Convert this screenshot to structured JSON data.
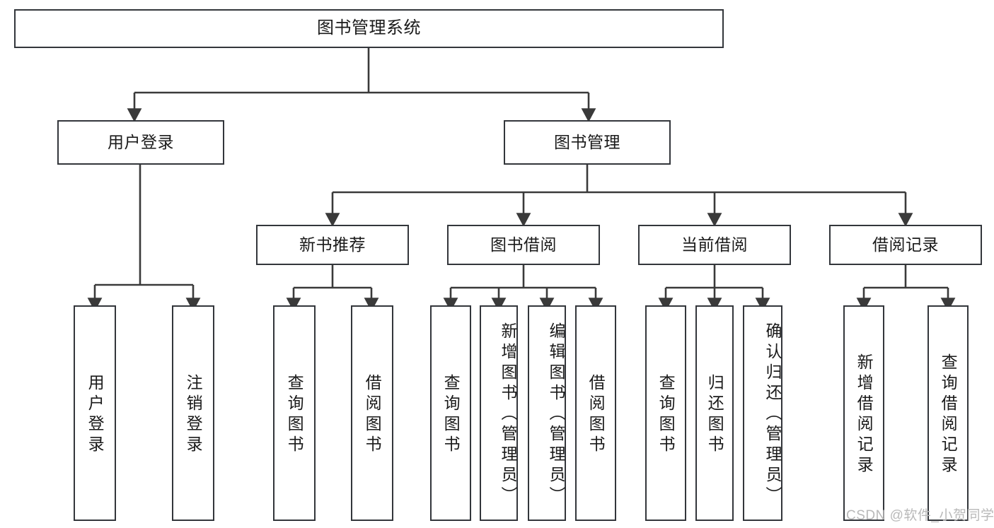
{
  "diagram": {
    "type": "tree-hierarchy",
    "title": "图书管理系统",
    "orientation": "top-down",
    "colors": {
      "box_border": "#33363b",
      "box_fill": "#ffffff",
      "connector": "#3a3a3a",
      "text": "#1a1a1a",
      "watermark": "#b9b9b9"
    },
    "levels": {
      "root": {
        "label": "图书管理系统"
      },
      "level2": [
        {
          "id": "user-login",
          "label": "用户登录"
        },
        {
          "id": "book-manage",
          "label": "图书管理"
        }
      ],
      "level3": [
        {
          "id": "new-book-recommend",
          "label": "新书推荐",
          "parent": "book-manage"
        },
        {
          "id": "book-borrow",
          "label": "图书借阅",
          "parent": "book-manage"
        },
        {
          "id": "current-borrow",
          "label": "当前借阅",
          "parent": "book-manage"
        },
        {
          "id": "borrow-record",
          "label": "借阅记录",
          "parent": "book-manage"
        }
      ],
      "leaves": [
        {
          "id": "leaf-user-login",
          "label": "用户登录",
          "parent": "user-login"
        },
        {
          "id": "leaf-logout-login",
          "label": "注销登录",
          "parent": "user-login"
        },
        {
          "id": "leaf-query-book-1",
          "label": "查询图书",
          "parent": "new-book-recommend"
        },
        {
          "id": "leaf-borrow-book-1",
          "label": "借阅图书",
          "parent": "new-book-recommend"
        },
        {
          "id": "leaf-query-book-2",
          "label": "查询图书",
          "parent": "book-borrow"
        },
        {
          "id": "leaf-add-book-admin",
          "label": "新增图书（管理员）",
          "parent": "book-borrow"
        },
        {
          "id": "leaf-edit-book-admin",
          "label": "编辑图书（管理员）",
          "parent": "book-borrow"
        },
        {
          "id": "leaf-borrow-book-2",
          "label": "借阅图书",
          "parent": "book-borrow"
        },
        {
          "id": "leaf-query-book-3",
          "label": "查询图书",
          "parent": "current-borrow"
        },
        {
          "id": "leaf-return-book",
          "label": "归还图书",
          "parent": "current-borrow"
        },
        {
          "id": "leaf-confirm-return-admin",
          "label": "确认归还（管理员）",
          "parent": "current-borrow"
        },
        {
          "id": "leaf-add-borrow-record",
          "label": "新增借阅记录",
          "parent": "borrow-record"
        },
        {
          "id": "leaf-query-borrow-record",
          "label": "查询借阅记录",
          "parent": "borrow-record"
        }
      ]
    },
    "watermark": "CSDN @软件_小贺同学"
  }
}
